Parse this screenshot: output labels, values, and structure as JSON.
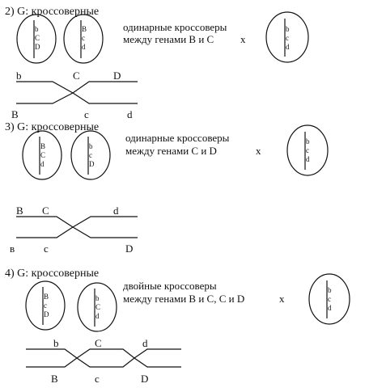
{
  "sections": [
    {
      "heading": "2) G: кроссоверные",
      "desc_line1": "одинарные кроссоверы",
      "desc_line2": "между генами B и C",
      "cross": "x",
      "cell1": [
        "b",
        "C",
        "D"
      ],
      "cell2": [
        "B",
        "c",
        "d"
      ],
      "parent": [
        "b",
        "c",
        "d"
      ],
      "top_labels": [
        "b",
        "C",
        "D"
      ],
      "bottom_labels": [
        "B",
        "c",
        "d"
      ]
    },
    {
      "heading": "3) G: кроссоверные",
      "desc_line1": "одинарные кроссоверы",
      "desc_line2": "между генами C и D",
      "cross": "x",
      "cell1": [
        "B",
        "C",
        "d"
      ],
      "cell2": [
        "b",
        "c",
        "D"
      ],
      "parent": [
        "b",
        "c",
        "d"
      ],
      "top_labels": [
        "B",
        "C",
        "d"
      ],
      "bottom_labels": [
        "в",
        "c",
        "D"
      ]
    },
    {
      "heading": "4) G: кроссоверные",
      "desc_line1": "двойные кроссоверы",
      "desc_line2": "между генами B и C, C и D",
      "cross": "x",
      "cell1": [
        "B",
        "c",
        "D"
      ],
      "cell2": [
        "b",
        "C",
        "d"
      ],
      "parent": [
        "b",
        "c",
        "d"
      ],
      "top_labels": [
        "b",
        "C",
        "d"
      ],
      "bottom_labels": [
        "B",
        "c",
        "D"
      ]
    }
  ]
}
